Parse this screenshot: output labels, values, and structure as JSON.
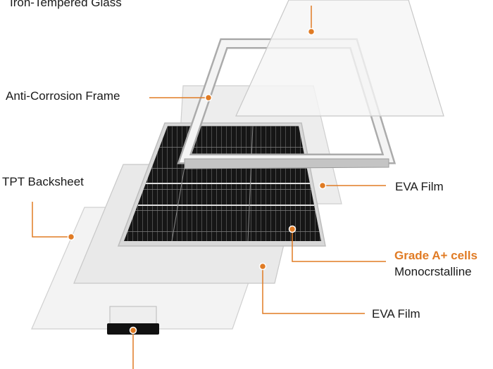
{
  "accent_color": "#e07b24",
  "layers": [
    {
      "id": "glass",
      "label": "Iron-Tempered Glass"
    },
    {
      "id": "frame",
      "label": "Anti-Corrosion Frame"
    },
    {
      "id": "backsheet",
      "label": "TPT Backsheet"
    },
    {
      "id": "eva_top",
      "label": "EVA Film"
    },
    {
      "id": "cells",
      "label": "Grade A+ cells",
      "sublabel": "Monocrstalline"
    },
    {
      "id": "eva_bottom",
      "label": "EVA Film"
    }
  ],
  "icons": [
    "junction-box-icon"
  ]
}
